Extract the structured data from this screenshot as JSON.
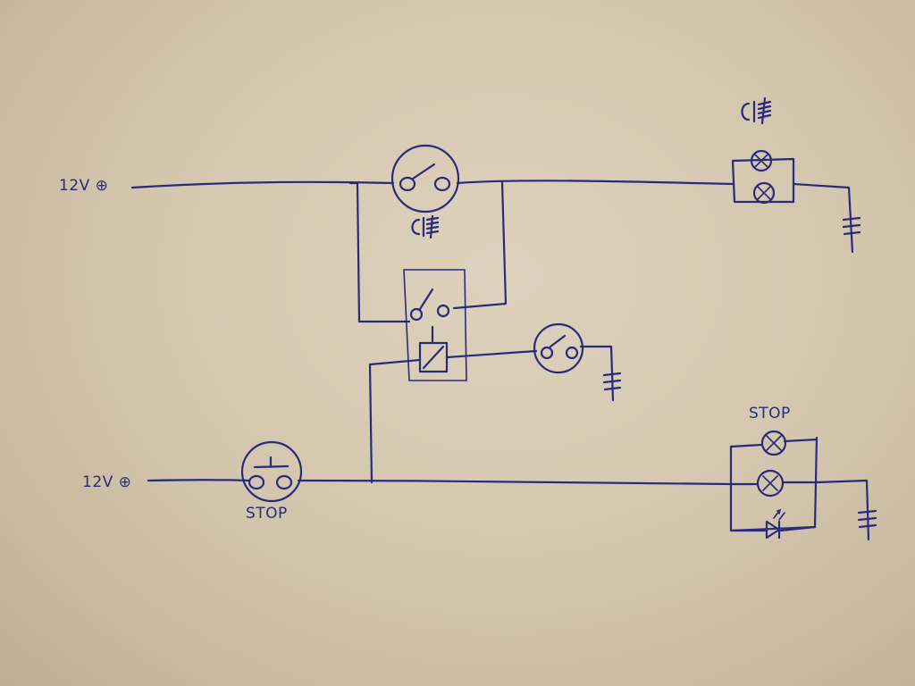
{
  "diagram": {
    "labels": {
      "supply_top": "12V ⊕",
      "supply_bottom": "12V ⊕",
      "brake_switch": "STOP",
      "stop_lamps": "STOP"
    },
    "colors": {
      "ink": "#2b2a7a",
      "paper": "#d8ccb5"
    }
  }
}
